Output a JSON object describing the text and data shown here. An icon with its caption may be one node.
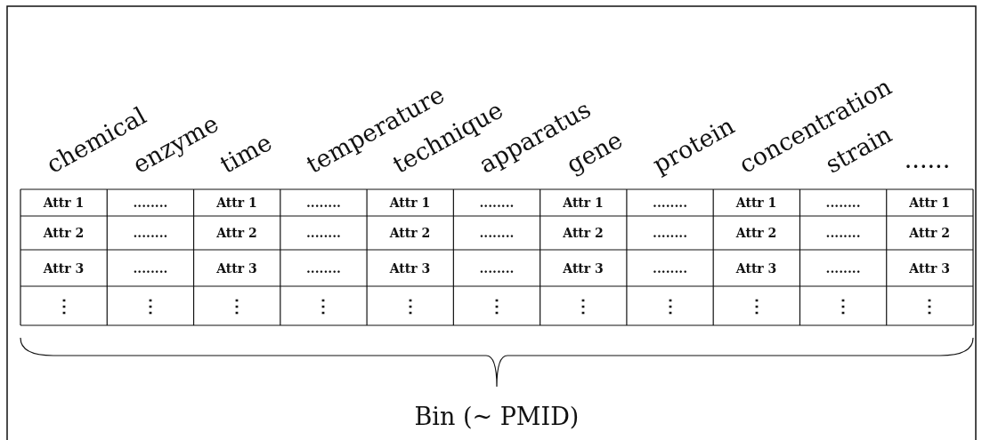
{
  "diagram": {
    "labels": [
      "chemical",
      "enzyme",
      "time",
      "temperature",
      "technique",
      "apparatus",
      "gene",
      "protein",
      "concentration",
      "strain",
      "......",
      "Attr 1",
      "........",
      "Attr 1",
      "........",
      "Attr 1",
      "........",
      "Attr 1",
      "........",
      "Attr 1",
      "........",
      "Attr 1",
      "Attr 2",
      "........",
      "Attr 2",
      "........",
      "Attr 2",
      "........",
      "Attr 2",
      "........",
      "Attr 2",
      "........",
      "Attr 2",
      "Attr 3",
      "........",
      "Attr 3",
      "........",
      "Attr 3",
      "........",
      "Attr 3",
      "........",
      "Attr 3",
      "........",
      "Attr 3",
      "⋮",
      "⋮",
      "⋮",
      "⋮",
      "⋮",
      "⋮",
      "⋮",
      "⋮",
      "⋮",
      "⋮",
      "⋮",
      "Bin (~ PMID)"
    ]
  }
}
